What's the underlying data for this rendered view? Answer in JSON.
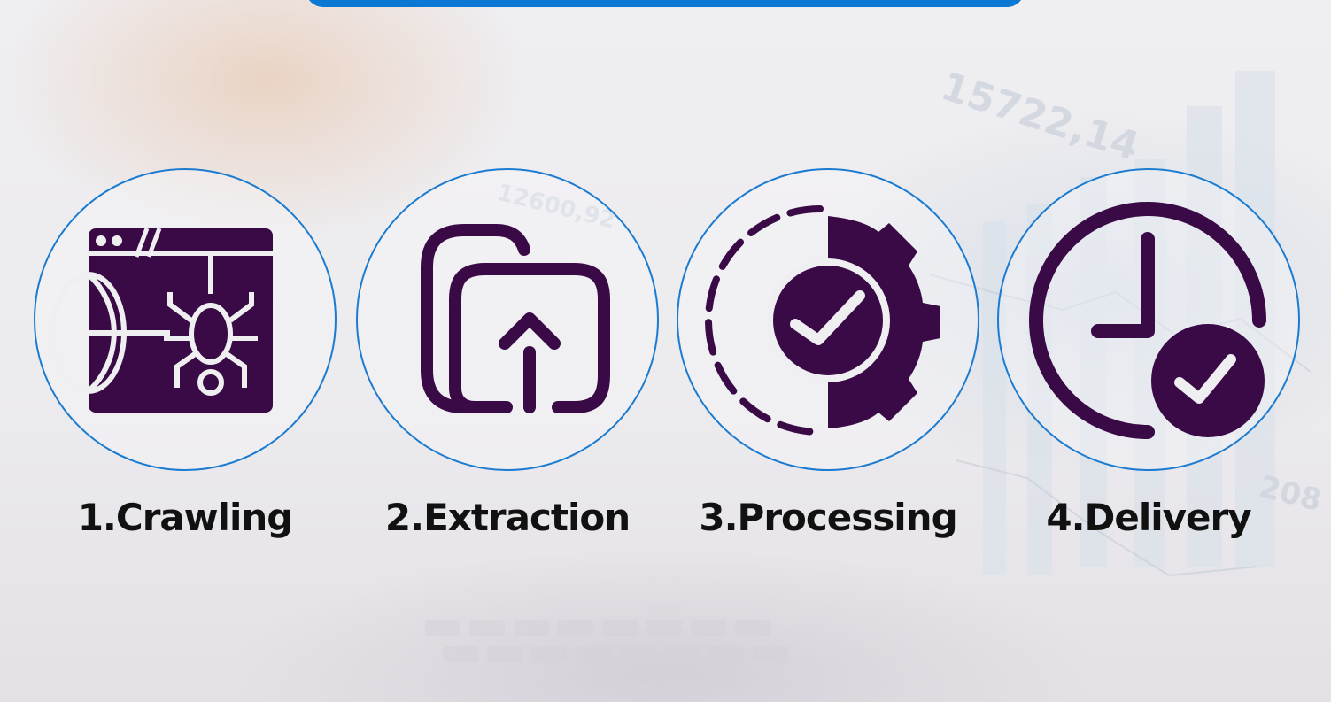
{
  "banner": {
    "color": "#0b78d4"
  },
  "accent_color": "#1a7bd0",
  "icon_color": "#3a0a47",
  "steps": [
    {
      "label": "1.Crawling",
      "icon": "spider-web-browser-icon"
    },
    {
      "label": "2.Extraction",
      "icon": "upload-icon"
    },
    {
      "label": "3.Processing",
      "icon": "gear-check-icon"
    },
    {
      "label": "4.Delivery",
      "icon": "clock-check-icon"
    }
  ],
  "background": {
    "text_1": "15722,14",
    "text_2": "12600,92",
    "text_3": "208"
  }
}
